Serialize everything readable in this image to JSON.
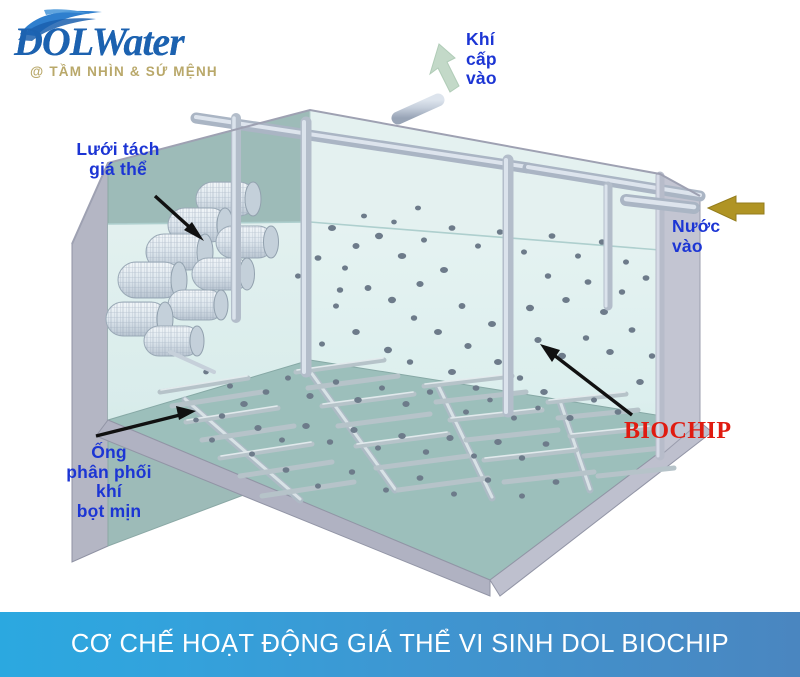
{
  "logo": {
    "wordmark": "DOLWater",
    "tagline": "@ TẦM NHÌN & SỨ MỆNH",
    "swoosh_icon": "water-wave-icon",
    "colors": {
      "wordmark": "#1c62b0",
      "tagline": "#b9a86a"
    }
  },
  "diagram": {
    "type": "3d-isometric-tank-cutaway",
    "title_alt": "Cơ chế hoạt động giá thể vi sinh DOL Biochip",
    "labels": {
      "screen": "Lưới tách\ngiá thể",
      "diffuser": "Ống\nphân phối\nkhí\nbọt mịn",
      "air_inlet": "Khí\ncấp\nvào",
      "water_inlet": "Nước\nvào",
      "media": "BIOCHIP"
    },
    "callout_colors": {
      "label_blue": "#1c35d4",
      "biochip_red": "#e01b10",
      "air_arrow_green": "#c3d9c8",
      "water_arrow_olive": "#b09424",
      "leader_line": "#111111"
    },
    "tank_colors": {
      "wall_outer": "#a8aab8",
      "wall_inner": "#9dbbb8",
      "floor": "#9cbfbb",
      "water": "#dff0ef",
      "water_deep": "#bcd8d6",
      "pipe": "#c2cbd8",
      "pipe_shadow": "#9aa5b5",
      "media_particle": "#6d7b8a",
      "mesh_cylinder": "#dfe8ee"
    },
    "components": {
      "screen_cylinders": 9,
      "air_drop_pipes": 3,
      "floor_header_pipes": 4,
      "floor_lateral_pipes": 28,
      "media_particles": 190
    }
  },
  "banner": {
    "text": "CƠ CHẾ HOẠT ĐỘNG GIÁ THỂ VI SINH DOL BIOCHIP",
    "gradient_from": "#2ba8e0",
    "gradient_to": "#4a86c0",
    "text_color": "#ffffff"
  }
}
